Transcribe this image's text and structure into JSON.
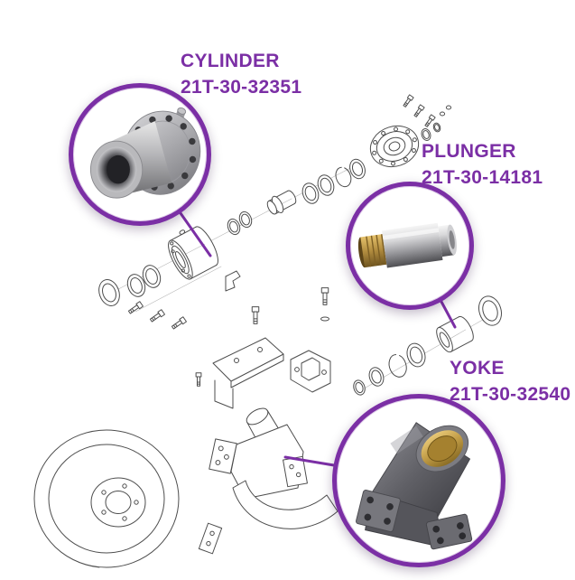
{
  "colors": {
    "accent": "#7b2fa5",
    "drawing_line": "#4d4d4d",
    "background": "#ffffff"
  },
  "callouts": [
    {
      "id": "cylinder",
      "label": "CYLINDER",
      "part_number": "21T-30-32351"
    },
    {
      "id": "plunger",
      "label": "PLUNGER",
      "part_number": "21T-30-14181"
    },
    {
      "id": "yoke",
      "label": "YOKE",
      "part_number": "21T-30-32540"
    }
  ]
}
